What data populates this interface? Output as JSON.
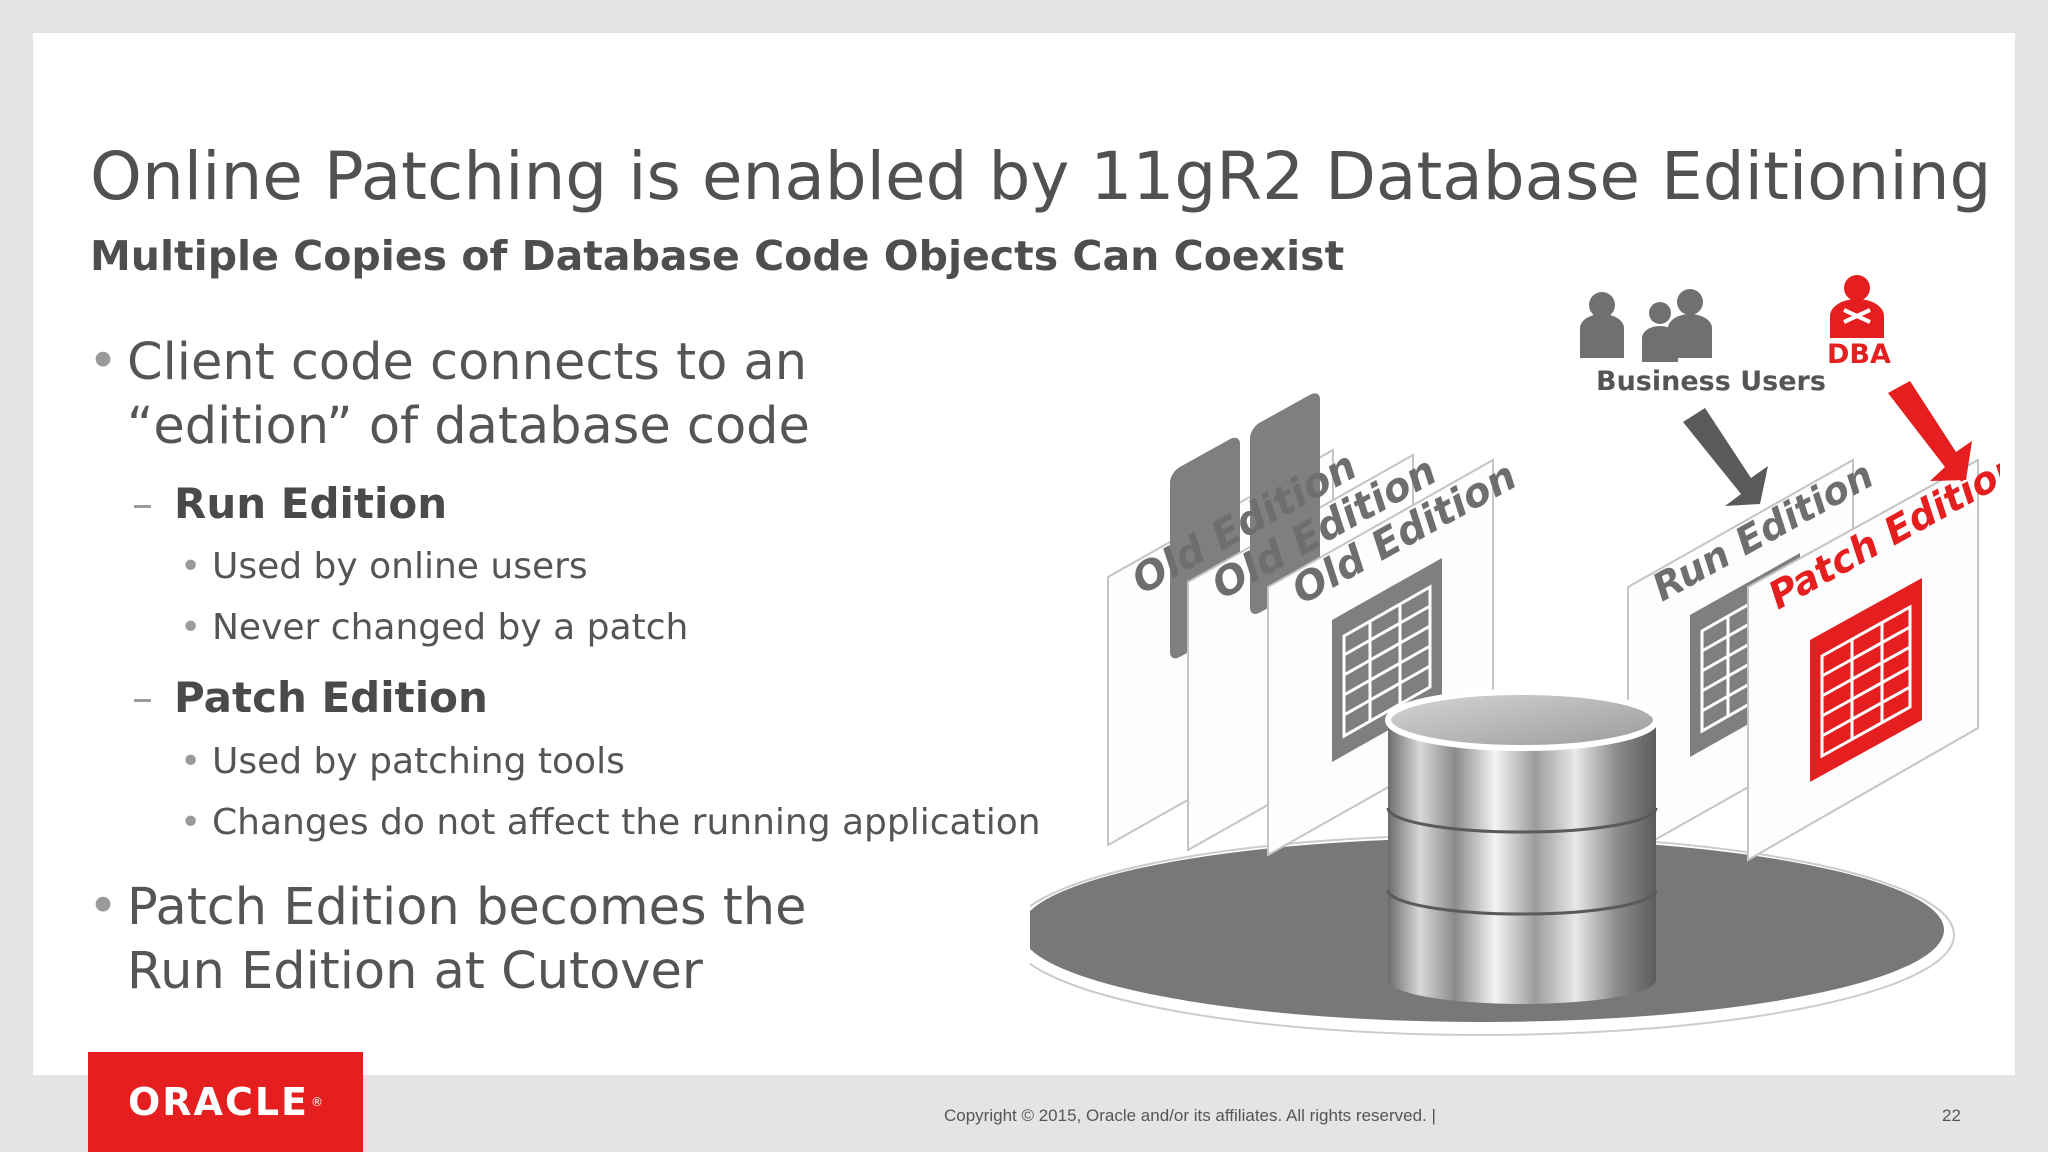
{
  "slide": {
    "title": "Online Patching is enabled by 11gR2 Database Editioning",
    "subtitle": "Multiple Copies of Database Code Objects Can Coexist",
    "bullets": {
      "b1_line1": "Client code connects to an",
      "b1_line2": "“edition” of database code",
      "run_edition": "Run Edition",
      "run_sub1": "Used by online users",
      "run_sub2": "Never changed by a patch",
      "patch_edition": "Patch Edition",
      "patch_sub1": "Used by patching tools",
      "patch_sub2": "Changes do not affect the running application",
      "b2_line1": "Patch Edition becomes the",
      "b2_line2": "Run Edition at Cutover"
    },
    "footer": {
      "logo": "ORACLE",
      "copyright": "Copyright © 2015, Oracle and/or its affiliates. All rights reserved.  |",
      "page_number": "22"
    }
  },
  "diagram": {
    "business_users_label": "Business Users",
    "dba_label": "DBA",
    "old_edition_1": "Old Edition",
    "old_edition_2": "Old Edition",
    "old_edition_3": "Old Edition",
    "run_edition": "Run Edition",
    "patch_edition": "Patch Edition",
    "colors": {
      "accent_red": "#e51f1f",
      "gray_text": "#555555",
      "arrow_gray": "#555555",
      "platter": "#777777"
    }
  }
}
